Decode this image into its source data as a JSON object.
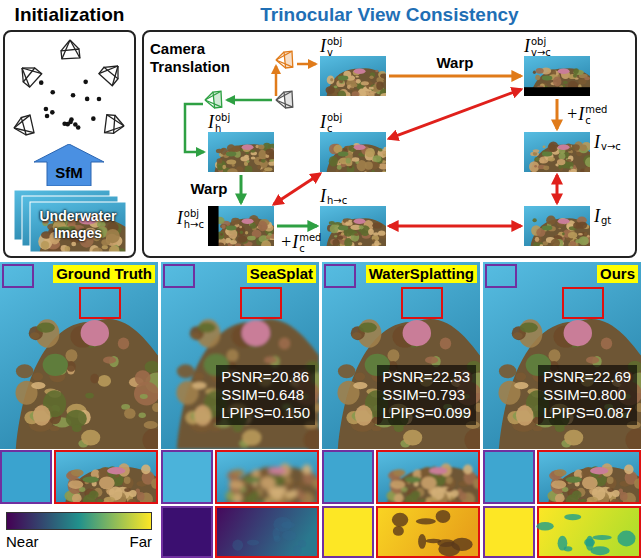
{
  "diagram": {
    "nodes": [
      {
        "text": [
          "Initialization"
        ]
      },
      {
        "text": [
          "SfM"
        ],
        "in": 0
      },
      {
        "text": [
          "Underwater Images"
        ],
        "in": 0
      },
      {
        "text": [
          "Trinocular View Consistency"
        ]
      },
      {
        "text": [
          "I",
          "obj",
          "v"
        ],
        "in": 3
      },
      {
        "text": [
          "I",
          "obj",
          "v→c"
        ],
        "in": 3
      },
      {
        "text": [
          "I",
          "obj",
          "h"
        ],
        "in": 3
      },
      {
        "text": [
          "I",
          "obj",
          "c"
        ],
        "in": 3
      },
      {
        "text": [
          "I",
          "v→c"
        ],
        "in": 3
      },
      {
        "text": [
          "I",
          "obj",
          "h→c"
        ],
        "in": 3
      },
      {
        "text": [
          "I",
          "h→c"
        ],
        "in": 3
      },
      {
        "text": [
          "I",
          "gt"
        ],
        "in": 3
      },
      {
        "text": [
          "Ground Truth"
        ]
      },
      {
        "text": [
          "SeaSplat",
          "PSNR=20.86",
          "SSIM=0.648",
          "LPIPS=0.150"
        ]
      },
      {
        "text": [
          "WaterSplatting",
          "PSNR=22.53",
          "SSIM=0.793",
          "LPIPS=0.099"
        ]
      },
      {
        "text": [
          "Ours",
          "PSNR=22.69",
          "SSIM=0.800",
          "LPIPS=0.087"
        ]
      }
    ],
    "edges": [
      {
        "from": 4,
        "to": 5,
        "arrow": "to",
        "label": "Warp"
      },
      {
        "from": 5,
        "to": 8,
        "arrow": "to"
      },
      {
        "from": 6,
        "to": 9,
        "arrow": "to",
        "label": "Warp"
      },
      {
        "from": 9,
        "to": 10,
        "arrow": "to"
      },
      {
        "from": 7,
        "to": 5,
        "arrow": "both"
      },
      {
        "from": 9,
        "to": 7,
        "arrow": "both"
      },
      {
        "from": 10,
        "to": 11,
        "arrow": "both"
      },
      {
        "from": 8,
        "to": 11,
        "arrow": "both"
      }
    ],
    "labels": [
      "Camera Translation",
      "+I",
      "med",
      "c",
      "+I",
      "med",
      "c"
    ],
    "legend": [
      {
        "text": "Near",
        "color": "#440154"
      },
      {
        "text": "Far",
        "color": "#fde725"
      }
    ]
  }
}
